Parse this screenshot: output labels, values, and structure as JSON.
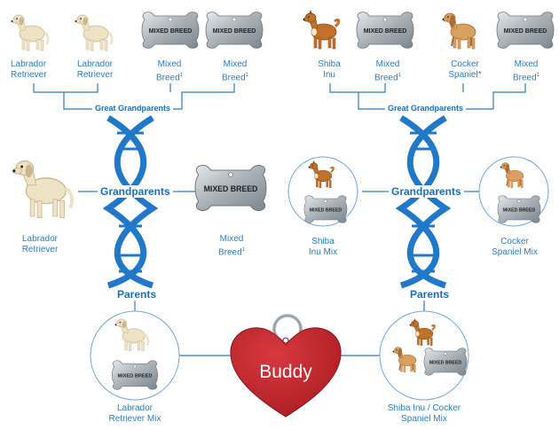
{
  "colors": {
    "accent": "#1f6fb8",
    "line": "#2a7dc4",
    "tag": "#9ea6ad",
    "heart": "#c0282e"
  },
  "tag_text": "MIXED BREED",
  "generations": {
    "great_grandparents": "Great Grandparents",
    "grandparents": "Grandparents",
    "parents": "Parents"
  },
  "great_grandparents": [
    {
      "line1": "Labrador",
      "line2": "Retriever",
      "mark": ""
    },
    {
      "line1": "Labrador",
      "line2": "Retriever",
      "mark": ""
    },
    {
      "line1": "Mixed",
      "line2": "Breed",
      "mark": "1"
    },
    {
      "line1": "Mixed",
      "line2": "Breed",
      "mark": "1"
    },
    {
      "line1": "Shiba",
      "line2": "Inu",
      "mark": ""
    },
    {
      "line1": "Mixed",
      "line2": "Breed",
      "mark": "1"
    },
    {
      "line1": "Cocker",
      "line2": "Spaniel*",
      "mark": ""
    },
    {
      "line1": "Mixed",
      "line2": "Breed",
      "mark": "1"
    }
  ],
  "grandparents": [
    {
      "line1": "Labrador",
      "line2": "Retriever",
      "mark": ""
    },
    {
      "line1": "Mixed",
      "line2": "Breed",
      "mark": "1"
    },
    {
      "line1": "Shiba",
      "line2": "Inu Mix",
      "mark": ""
    },
    {
      "line1": "Cocker",
      "line2": "Spaniel Mix",
      "mark": ""
    }
  ],
  "parents": [
    {
      "line1": "Labrador",
      "line2": "Retriever Mix"
    },
    {
      "line1": "Shiba Inu / Cocker",
      "line2": "Spaniel Mix"
    }
  ],
  "dog_name": "Buddy"
}
